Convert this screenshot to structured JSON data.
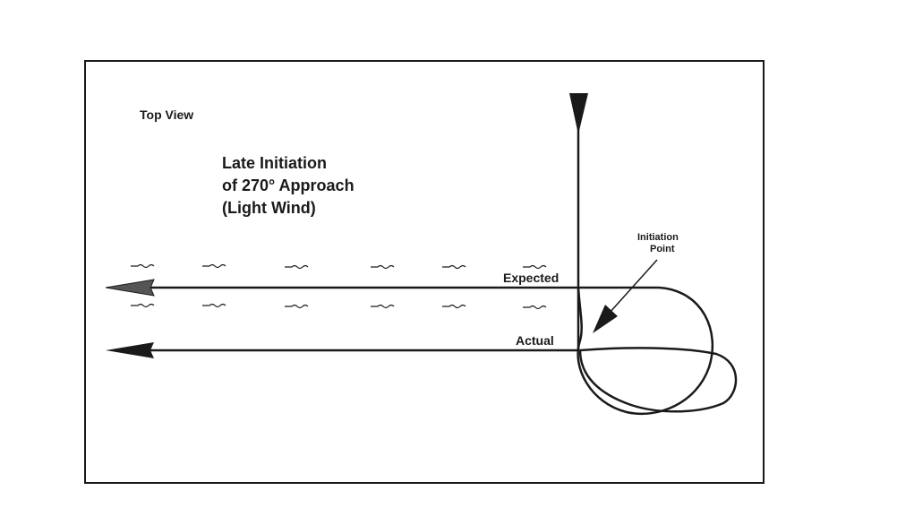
{
  "labels": {
    "top_view": "Top View",
    "title_lines": [
      "Late Initiation",
      "of 270° Approach",
      "(Light Wind)"
    ],
    "expected": "Expected",
    "actual": "Actual",
    "initiation_lines": [
      "Initiation",
      "Point"
    ]
  },
  "colors": {
    "ink": "#1a1a1a",
    "background": "#ffffff"
  },
  "icons": {
    "wind_marker": "wind-arrow-icon",
    "arrowhead": "arrowhead-icon"
  }
}
